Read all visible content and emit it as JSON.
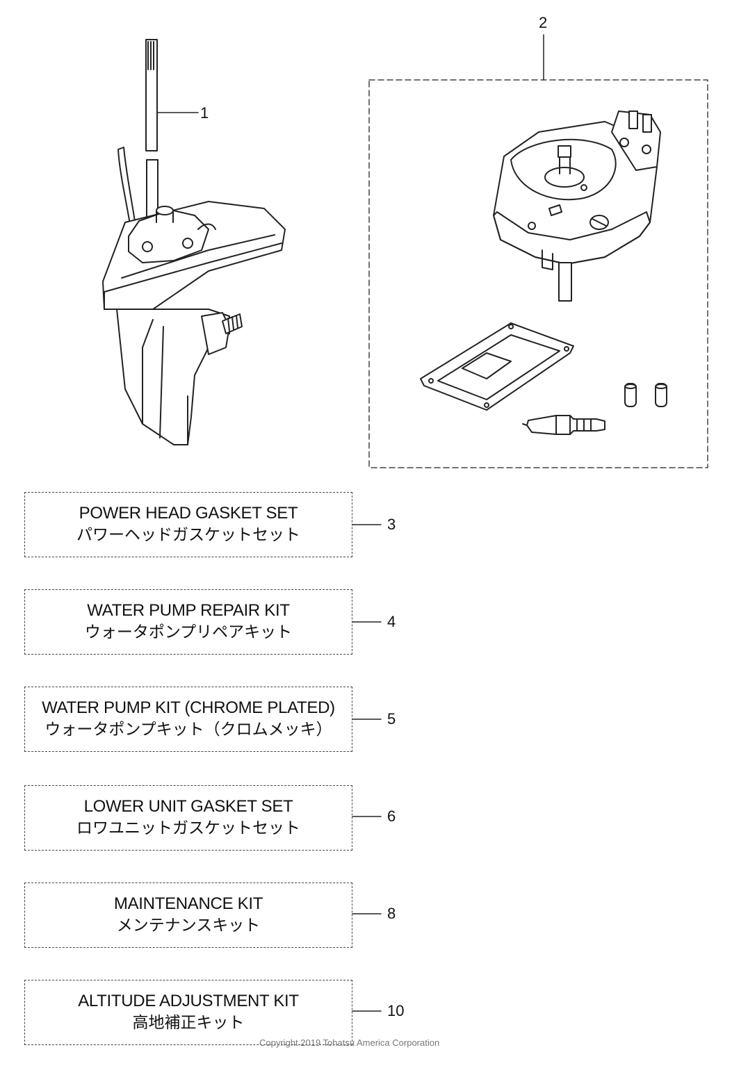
{
  "callouts": {
    "part1": "1",
    "part2": "2"
  },
  "kits": [
    {
      "number": "3",
      "name_en": "POWER HEAD GASKET SET",
      "name_ja": "パワーヘッドガスケットセット"
    },
    {
      "number": "4",
      "name_en": "WATER PUMP REPAIR KIT",
      "name_ja": "ウォータポンプリペアキット"
    },
    {
      "number": "5",
      "name_en": "WATER PUMP KIT (CHROME PLATED)",
      "name_ja": "ウォータポンプキット（クロムメッキ）"
    },
    {
      "number": "6",
      "name_en": "LOWER UNIT GASKET SET",
      "name_ja": "ロワユニットガスケットセット"
    },
    {
      "number": "8",
      "name_en": "MAINTENANCE KIT",
      "name_ja": "メンテナンスキット"
    },
    {
      "number": "10",
      "name_en": "ALTITUDE ADJUSTMENT KIT",
      "name_ja": "高地補正キット"
    }
  ],
  "copyright": "Copyright 2019 Tohatsu America Corporation"
}
